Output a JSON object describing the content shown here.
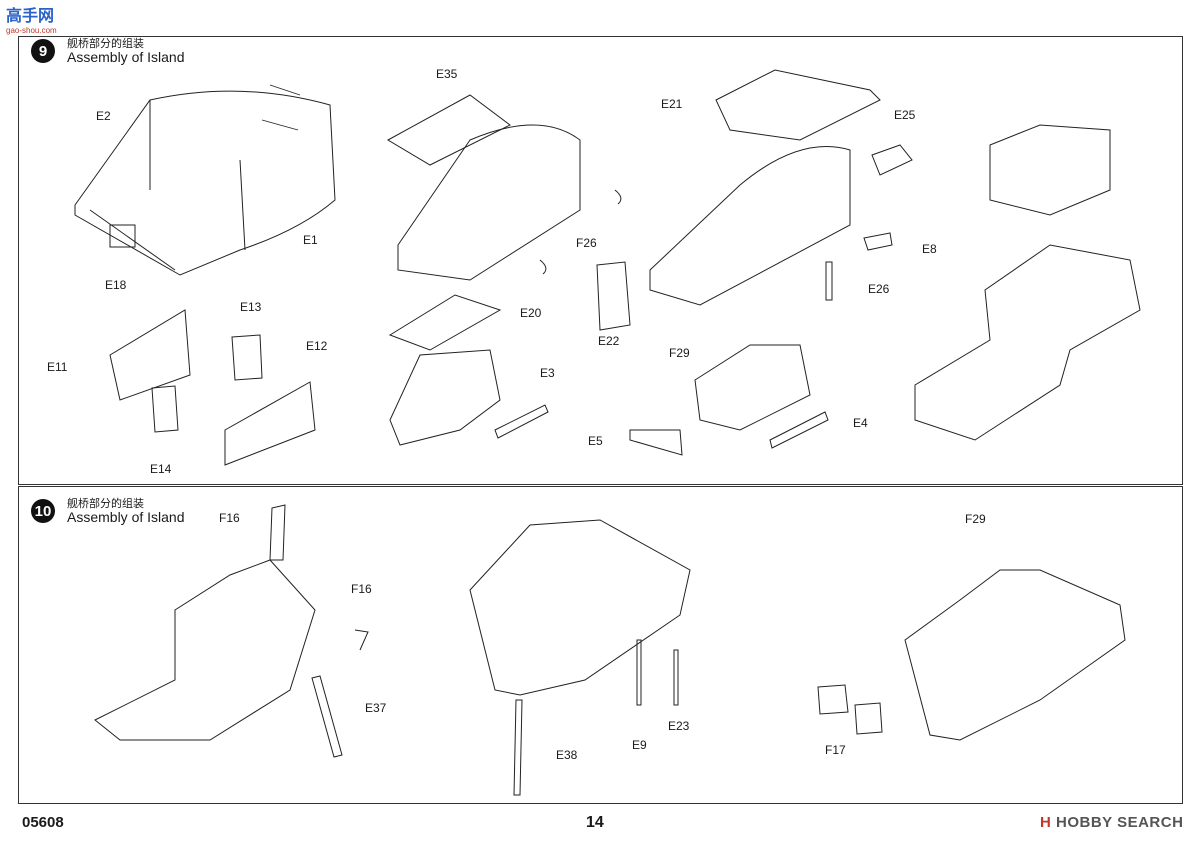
{
  "watermark": {
    "brand": "高手网",
    "url": "gao-shou.com"
  },
  "steps": [
    {
      "number": "9",
      "title_cn": "舰桥部分的组装",
      "title_en": "Assembly of Island"
    },
    {
      "number": "10",
      "title_cn": "舰桥部分的组装",
      "title_en": "Assembly of Island"
    }
  ],
  "labels": {
    "E2": "E2",
    "E1": "E1",
    "E18": "E18",
    "E35": "E35",
    "E26a": "F26",
    "E21": "E21",
    "E25": "E25",
    "E8": "E8",
    "E26": "E26",
    "E22": "E22",
    "E13": "E13",
    "E12": "E12",
    "E11": "E11",
    "E14": "E14",
    "E20": "E20",
    "E3": "E3",
    "F29a": "F29",
    "E5": "E5",
    "E4": "E4",
    "F16a": "F16",
    "F16b": "F16",
    "E37": "E37",
    "E38": "E38",
    "E23": "E23",
    "E9": "E9",
    "F29b": "F29",
    "F17": "F17"
  },
  "footer": {
    "code": "05608",
    "page": "14",
    "logo_prefix": "H",
    "logo_text": "HOBBY SEARCH"
  }
}
